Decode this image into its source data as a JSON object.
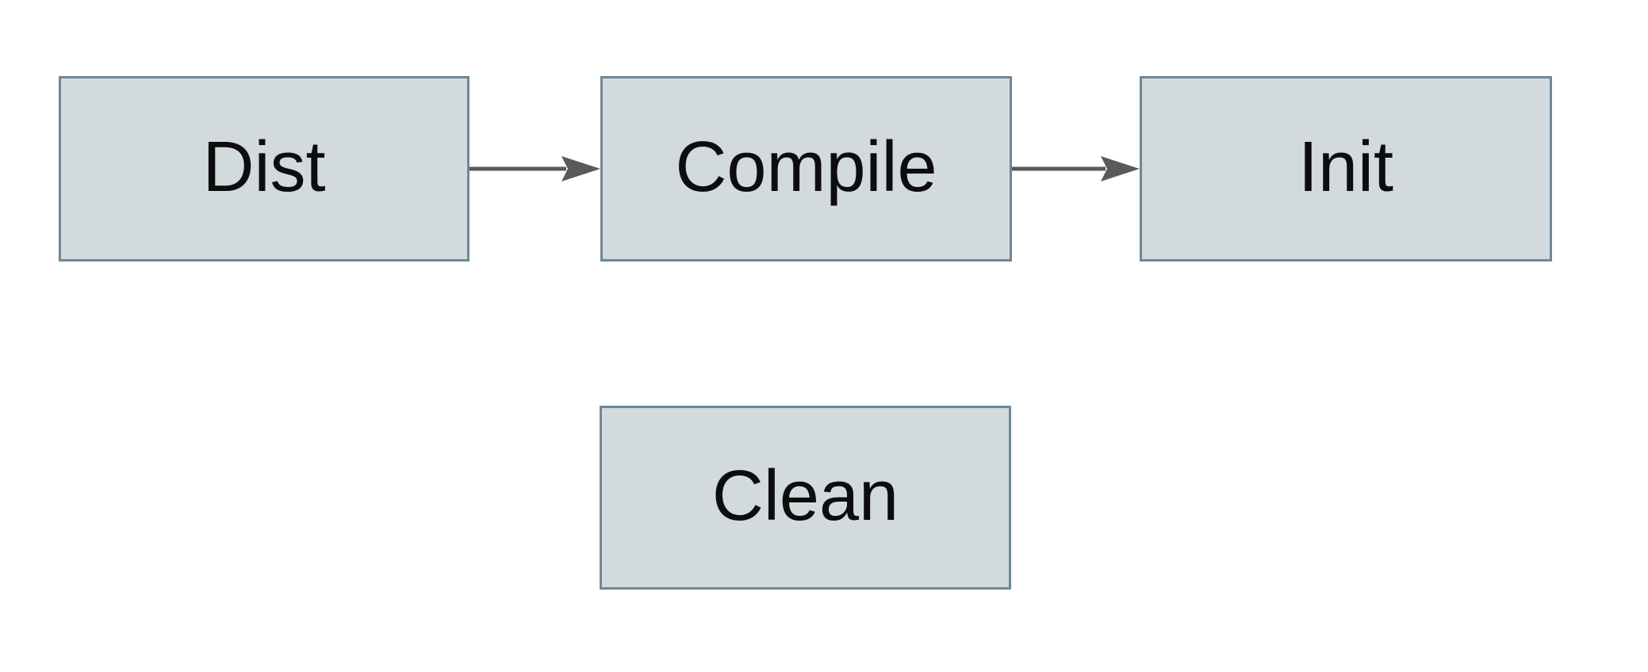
{
  "diagram": {
    "type": "flowchart",
    "nodes": [
      {
        "id": "dist",
        "label": "Dist"
      },
      {
        "id": "compile",
        "label": "Compile"
      },
      {
        "id": "init",
        "label": "Init"
      },
      {
        "id": "clean",
        "label": "Clean"
      }
    ],
    "edges": [
      {
        "from": "dist",
        "to": "compile",
        "style": "solid-arrow"
      },
      {
        "from": "compile",
        "to": "init",
        "style": "solid-arrow"
      }
    ],
    "colors": {
      "node-fill": "#d3dadd",
      "node-border": "#6e8796",
      "arrow": "#5a5a5a",
      "text": "#0d0d0d",
      "background": "#ffffff"
    }
  }
}
